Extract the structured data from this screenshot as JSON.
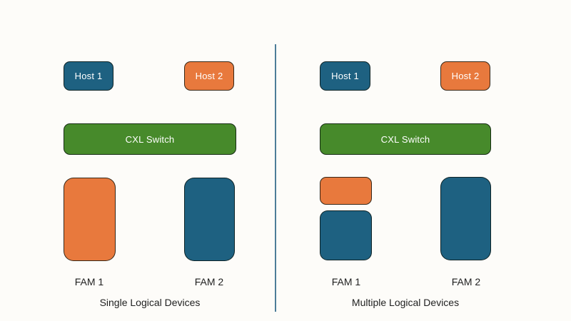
{
  "colors": {
    "background": "#fdfcf9",
    "blue": "#1e6181",
    "orange": "#e8793d",
    "green": "#478a2b",
    "divider": "#4d7d99",
    "text": "#1f1f1f",
    "box_text": "#ffffff"
  },
  "panels": [
    {
      "caption": "Single Logical Devices",
      "hosts": [
        {
          "label": "Host 1"
        },
        {
          "label": "Host 2"
        }
      ],
      "switch_label": "CXL Switch",
      "fams": [
        {
          "label": "FAM 1"
        },
        {
          "label": "FAM 2"
        }
      ]
    },
    {
      "caption": "Multiple Logical Devices",
      "hosts": [
        {
          "label": "Host 1"
        },
        {
          "label": "Host 2"
        }
      ],
      "switch_label": "CXL Switch",
      "fams": [
        {
          "label": "FAM 1"
        },
        {
          "label": "FAM 2"
        }
      ]
    }
  ]
}
